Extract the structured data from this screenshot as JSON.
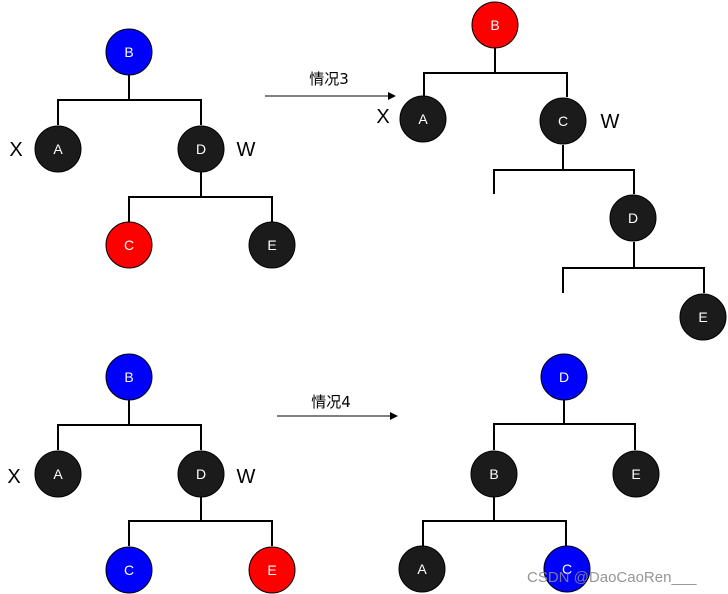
{
  "colors": {
    "black": "#1b1b1b",
    "red": "#ff0000",
    "blue": "#0000ff"
  },
  "cases": [
    {
      "arrow_label": "情况3",
      "before": {
        "nodes": {
          "B": "blue",
          "A": "black",
          "D": "black",
          "C": "red",
          "E": "black"
        },
        "side_labels": {
          "x": "X",
          "w": "W"
        }
      },
      "after": {
        "nodes": {
          "B": "red",
          "A": "black",
          "C": "black",
          "D": "black",
          "E": "black"
        },
        "side_labels": {
          "x": "X",
          "w": "W"
        }
      }
    },
    {
      "arrow_label": "情况4",
      "before": {
        "nodes": {
          "B": "blue",
          "A": "black",
          "D": "black",
          "C": "blue",
          "E": "red"
        },
        "side_labels": {
          "x": "X",
          "w": "W"
        }
      },
      "after": {
        "nodes": {
          "D": "blue",
          "B": "black",
          "E": "black",
          "A": "black",
          "C": "blue"
        }
      }
    }
  ],
  "watermark": "CSDN @DaoCaoRen___"
}
